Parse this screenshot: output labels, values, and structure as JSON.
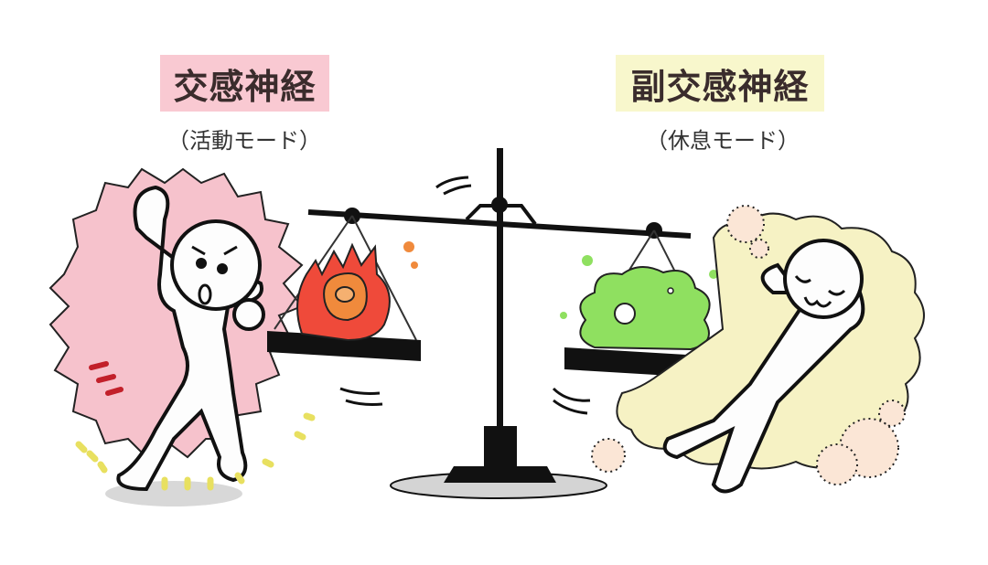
{
  "left_label": {
    "title": "交感神経",
    "subtitle": "（活動モード）",
    "box_color": "#f9c9d2"
  },
  "right_label": {
    "title": "副交感神経",
    "subtitle": "（休息モード）",
    "box_color": "#f8f7cc"
  },
  "illustration": {
    "left_figure": "energetic-person-fist-raised",
    "right_figure": "relaxed-person-lying-down",
    "center": "balance-scale",
    "left_pan_content": "fire",
    "right_pan_content": "green-cloud",
    "colors": {
      "fire_outer": "#ef4a3a",
      "fire_inner": "#f08a3c",
      "cloud_green": "#8fe060",
      "burst_pink": "#f6c2cc",
      "cloud_yellow": "#f6f2c4",
      "scale_black": "#111111"
    }
  }
}
